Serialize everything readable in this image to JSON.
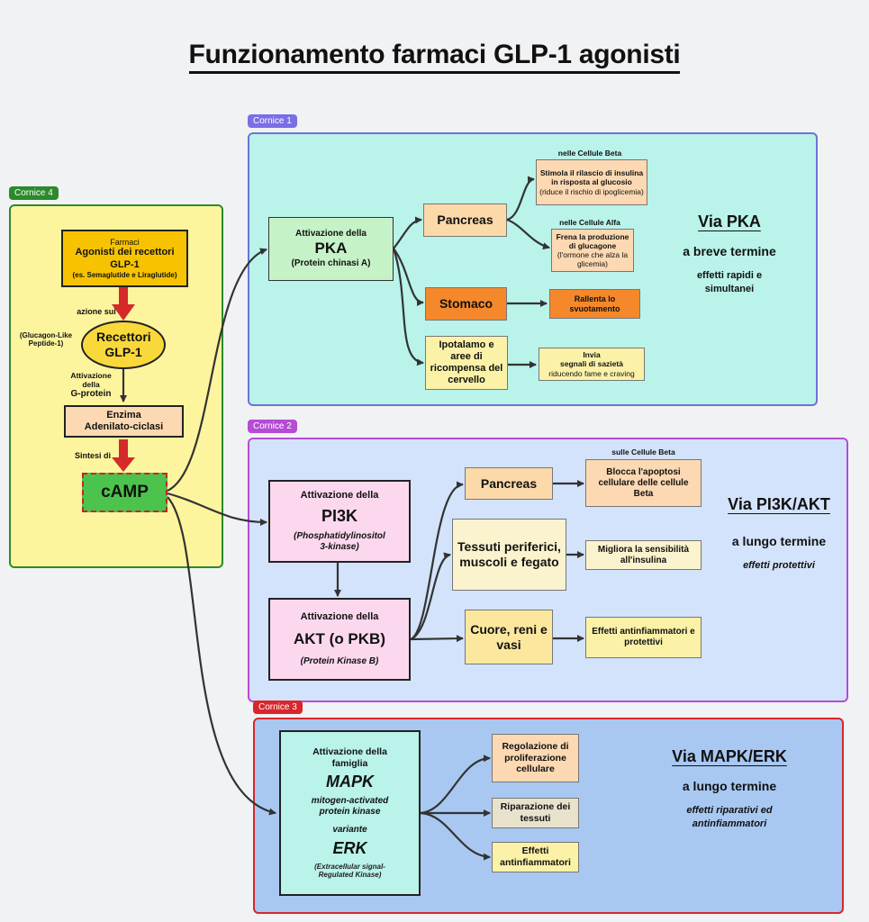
{
  "title": "Funzionamento farmaci GLP-1 agonisti",
  "frames": {
    "cornice1": "Cornice 1",
    "cornice2": "Cornice 2",
    "cornice3": "Cornice 3",
    "cornice4": "Cornice 4"
  },
  "colors": {
    "frame1_fill": "#b9f3ea",
    "frame1_border": "#6b74d6",
    "tag1": "#7a6ee6",
    "frame2_fill": "#d3e3fb",
    "frame2_border": "#b64bd6",
    "tag2": "#b64bd6",
    "frame3_fill": "#a8c8f2",
    "frame3_border": "#d9262b",
    "tag3": "#d9262b",
    "frame4_fill": "#fdf59e",
    "frame4_border": "#2b8a2b",
    "tag4": "#2b8a2b"
  },
  "cornice4": {
    "farmaci": {
      "line1": "Farmaci",
      "line2": "Agonisti dei recettori GLP-1",
      "line3": "(es. Semaglutide e Liraglutide)"
    },
    "azione_sui": "azione sui",
    "glucagon_note": "(Glucagon-Like Peptide-1)",
    "recettori": "Recettori GLP-1",
    "attivazione_gprotein": {
      "l1": "Attivazione",
      "l2": "della",
      "l3": "G-protein"
    },
    "enzima": {
      "l1": "Enzima",
      "l2": "Adenilato-ciclasi"
    },
    "sintesi_di": "Sintesi di",
    "camp": "cAMP"
  },
  "cornice1": {
    "pka": {
      "l1": "Attivazione della",
      "l2": "PKA",
      "l3": "(Protein chinasi A)"
    },
    "pancreas": "Pancreas",
    "stomaco": "Stomaco",
    "ipotalamo": "Ipotalamo e aree di ricompensa del cervello",
    "cap_beta": "nelle Cellule Beta",
    "beta": {
      "b": "Stimola il rilascio di insulina in risposta al glucosio",
      "n": "(riduce il rischio di ipoglicemia)"
    },
    "cap_alfa": "nelle Cellule Alfa",
    "alfa": {
      "b": "Frena la produzione di glucagone",
      "n": "(l'ormone che alza la glicemia)"
    },
    "rallenta": "Rallenta lo svuotamento",
    "invia": {
      "l1": "Invia",
      "l2": "segnali di sazietà",
      "l3": "riducendo fame e craving"
    },
    "side": {
      "h": "Via PKA",
      "s": "a breve termine",
      "d": "effetti rapidi e simultanei"
    }
  },
  "cornice2": {
    "pi3k": {
      "l1": "Attivazione della",
      "l2": "PI3K",
      "l3": "(Phosphatidylinositol 3-kinase)"
    },
    "akt": {
      "l1": "Attivazione della",
      "l2": "AKT (o PKB)",
      "l3": "(Protein Kinase B)"
    },
    "pancreas": "Pancreas",
    "tessuti": "Tessuti periferici, muscoli e fegato",
    "cuore": "Cuore, reni e vasi",
    "cap_beta": "sulle Cellule Beta",
    "blocca": "Blocca l'apoptosi cellulare delle cellule Beta",
    "migliora": "Migliora la sensibilità all'insulina",
    "effetti": "Effetti antinfiammatori e protettivi",
    "side": {
      "h": "Via PI3K/AKT",
      "s": "a lungo termine",
      "d": "effetti protettivi"
    }
  },
  "cornice3": {
    "mapk": {
      "l1": "Attivazione della famiglia",
      "l2": "MAPK",
      "l3": "mitogen-activated protein kinase",
      "l4": "variante",
      "l5": "ERK",
      "l6": "(Extracellular signal-Regulated Kinase)"
    },
    "regolazione": "Regolazione di proliferazione cellulare",
    "riparazione": "Riparazione dei tessuti",
    "effetti": "Effetti antinfiammatori",
    "side": {
      "h": "Via MAPK/ERK",
      "s": "a lungo termine",
      "d": "effetti riparativi ed antinfiammatori"
    }
  }
}
